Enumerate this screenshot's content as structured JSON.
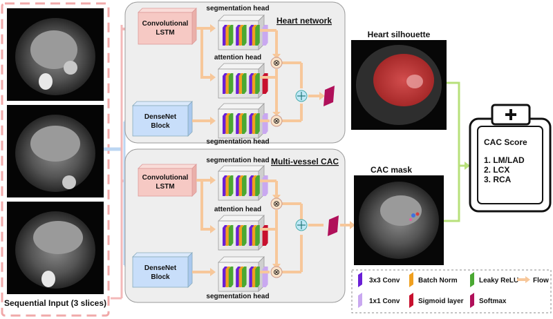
{
  "input": {
    "caption": "Sequential Input (3 slices)"
  },
  "heart_network": {
    "title": "Heart network",
    "conv_lstm": [
      "Convolutional",
      "LSTM"
    ],
    "densenet": [
      "DenseNet",
      "Block"
    ],
    "seg_head_top": "segmentation head",
    "attention_head": "attention head",
    "seg_head_bottom": "segmentation head"
  },
  "multi_vessel": {
    "title": "Multi-vessel CAC",
    "conv_lstm": [
      "Convolutional",
      "LSTM"
    ],
    "densenet": [
      "DenseNet",
      "Block"
    ],
    "seg_head_top": "segmentation head",
    "attention_head": "attention head",
    "seg_head_bottom": "segmentation head"
  },
  "outputs": {
    "heart_silhouette": "Heart silhouette",
    "cac_mask": "CAC mask"
  },
  "cac_score": {
    "title": "CAC Score",
    "items": [
      "1. LM/LAD",
      "2. LCX",
      "3. RCA"
    ]
  },
  "legend": {
    "items": [
      {
        "label": "3x3 Conv",
        "color": "#6a1fd6"
      },
      {
        "label": "Batch Norm",
        "color": "#f0a020"
      },
      {
        "label": "Leaky ReLU",
        "color": "#4aa832"
      },
      {
        "label": "Flow",
        "color": "#f7c79a"
      },
      {
        "label": "1x1 Conv",
        "color": "#c9a8f0"
      },
      {
        "label": "Sigmoid layer",
        "color": "#c8102e"
      },
      {
        "label": "Softmax",
        "color": "#b0105a"
      }
    ]
  },
  "colors": {
    "lstm_fill": "#f6c9c4",
    "densenet_fill": "#c8defa",
    "panel_fill": "#eeeeee",
    "flow_arrow": "#f7c79a",
    "input_arrow": "#f3b8b8",
    "dense_arrow": "#bcd6f2",
    "output_arrow": "#b7e07a",
    "combine": "#bfe8f6"
  }
}
